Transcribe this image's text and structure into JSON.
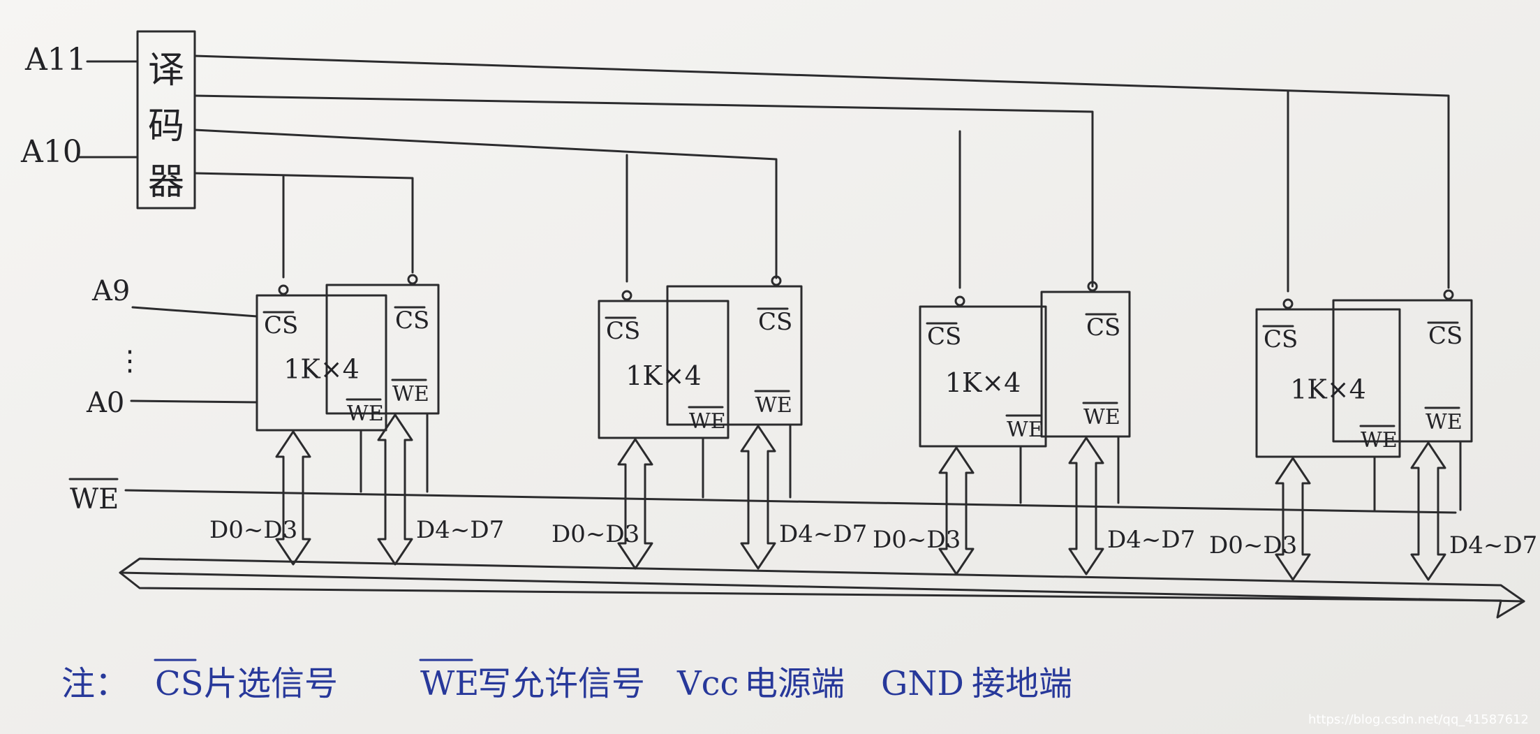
{
  "signals": {
    "a11": "A11",
    "a10": "A10",
    "a9": "A9",
    "ellipsis": "⋮",
    "a0": "A0",
    "we": "WE"
  },
  "decoder": {
    "chars": [
      "译",
      "码",
      "器"
    ]
  },
  "chips": {
    "cs": "CS",
    "we": "WE",
    "capacity": "1K×4"
  },
  "buses": {
    "low": "D0~D3",
    "high": "D4~D7"
  },
  "note": {
    "prefix": "注：",
    "cs": "CS",
    "cs_desc": "片选信号",
    "we": "WE",
    "we_desc": "写允许信号",
    "vcc": "Vcc",
    "vcc_desc": "电源端",
    "gnd": "GND",
    "gnd_desc": "接地端"
  },
  "watermark": "https://blog.csdn.net/qq_41587612"
}
